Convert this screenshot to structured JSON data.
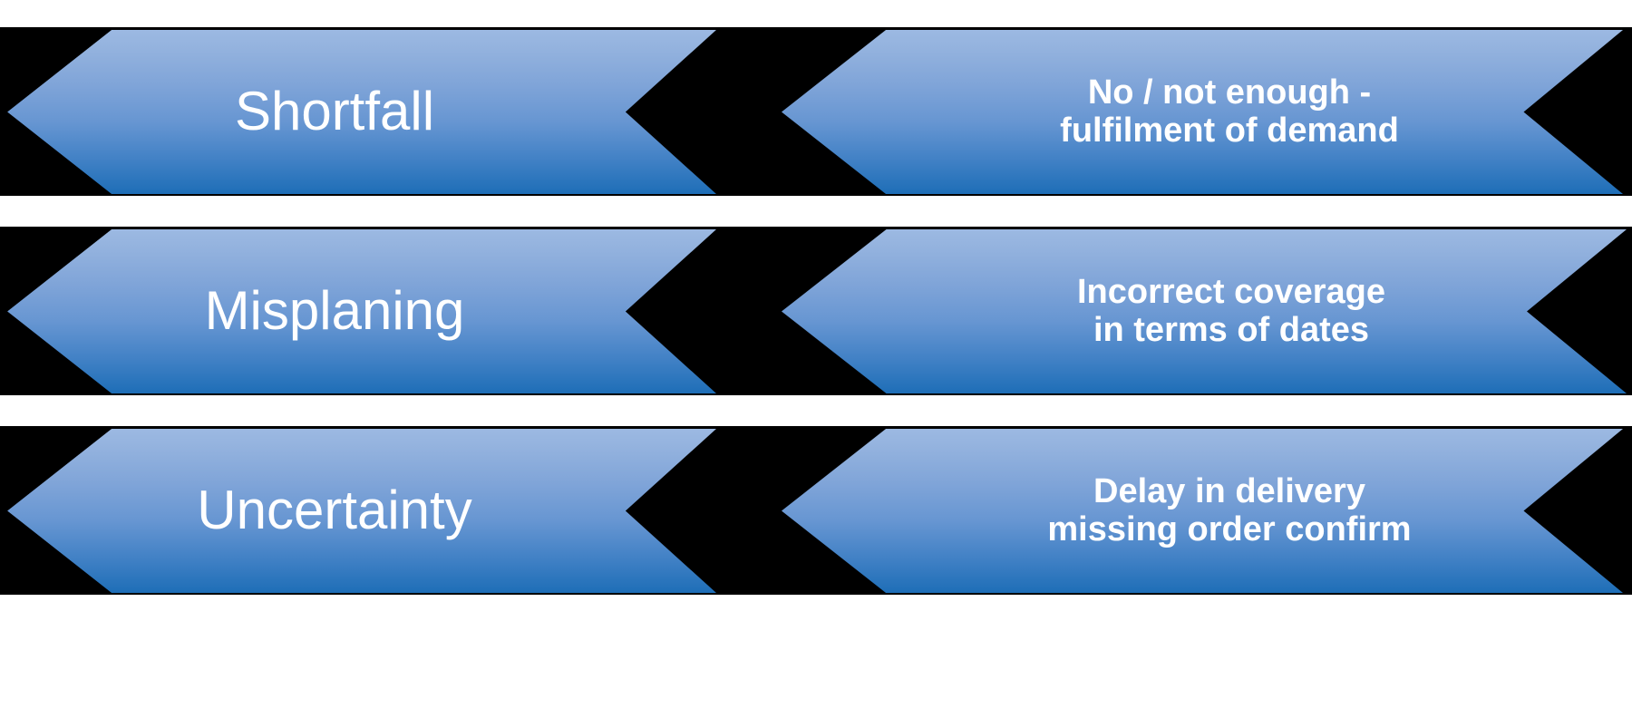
{
  "diagram": {
    "type": "chevron-process-rows",
    "background_color": "#FFFFFF",
    "row_background_color": "#000000",
    "chevron_gradient_top": "#9CB9E2",
    "chevron_gradient_bottom": "#1E6EB7",
    "text_color": "#FFFFFF",
    "rows": [
      {
        "id": "row-1",
        "primary": "Shortfall",
        "secondary_lines": [
          "No / not enough -",
          "fulfilment of demand"
        ]
      },
      {
        "id": "row-2",
        "primary": "Misplaning",
        "secondary_lines": [
          "Incorrect coverage",
          "in terms of dates"
        ]
      },
      {
        "id": "row-3",
        "primary": "Uncertainty",
        "secondary_lines": [
          "Delay in delivery",
          "missing order confirm"
        ]
      }
    ]
  }
}
